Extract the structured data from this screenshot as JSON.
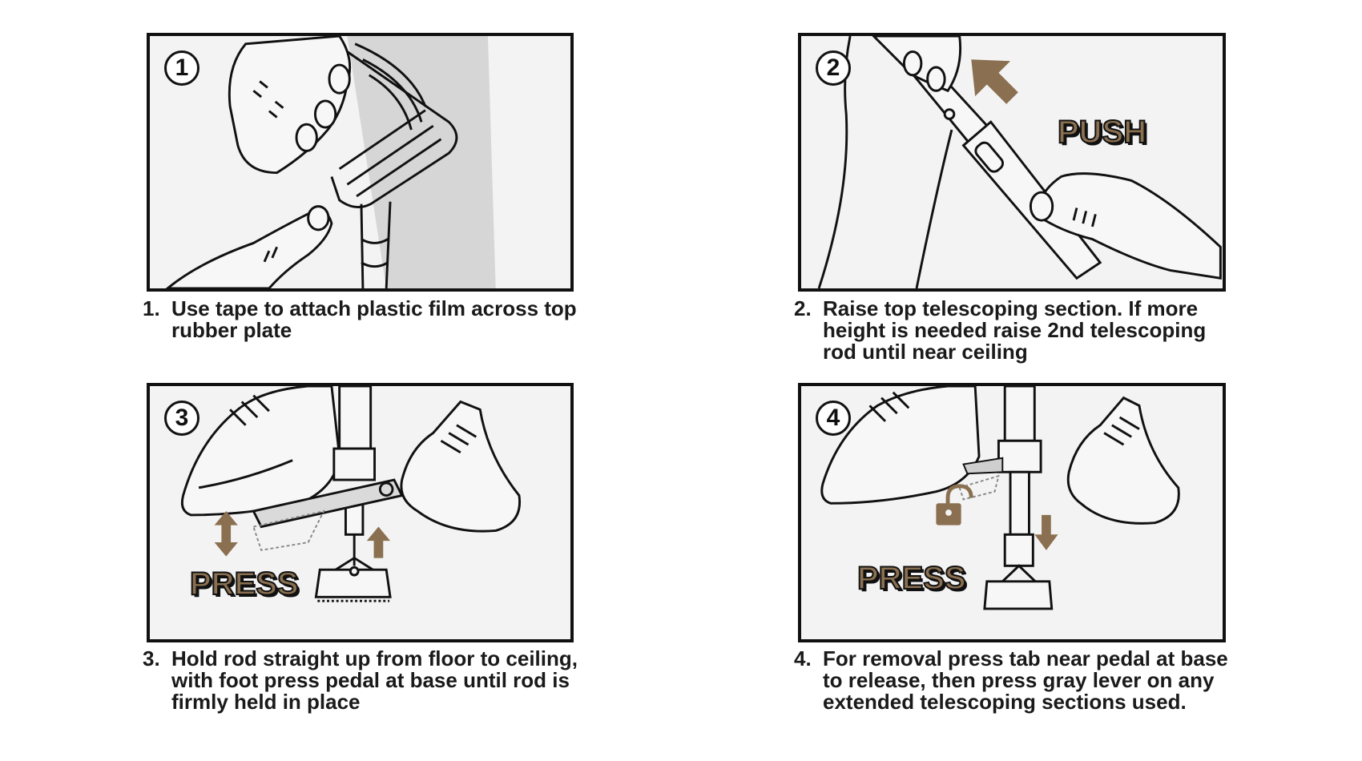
{
  "colors": {
    "accent": "#8a7050",
    "ink": "#111111",
    "panel_bg": "#f3f3f3",
    "shadow_gray": "#cfcfcf"
  },
  "steps": [
    {
      "badge": "1",
      "number": "1.",
      "text": "Use tape to attach plastic film across top rubber plate",
      "callout": ""
    },
    {
      "badge": "2",
      "number": "2.",
      "text": "Raise top telescoping section. If more height is needed raise 2nd telescoping rod until near ceiling",
      "callout": "PUSH"
    },
    {
      "badge": "3",
      "number": "3.",
      "text": "Hold rod straight up from floor to ceiling, with foot press pedal at base until rod is firmly held in place",
      "callout": "PRESS"
    },
    {
      "badge": "4",
      "number": "4.",
      "text": "For removal press tab near pedal at base to release, then press gray lever on any extended telescoping sections used.",
      "callout": "PRESS"
    }
  ],
  "icons": {
    "step1": [
      "hand-icon",
      "rubber-plate-icon"
    ],
    "step2": [
      "hand-icon",
      "arrow-up-left-icon",
      "telescoping-rod-icon"
    ],
    "step3": [
      "shoe-icon",
      "pedal-icon",
      "arrow-up-down-icon",
      "arrow-up-icon",
      "base-foot-icon"
    ],
    "step4": [
      "shoe-icon",
      "unlock-icon",
      "arrow-down-icon",
      "base-foot-icon"
    ]
  }
}
